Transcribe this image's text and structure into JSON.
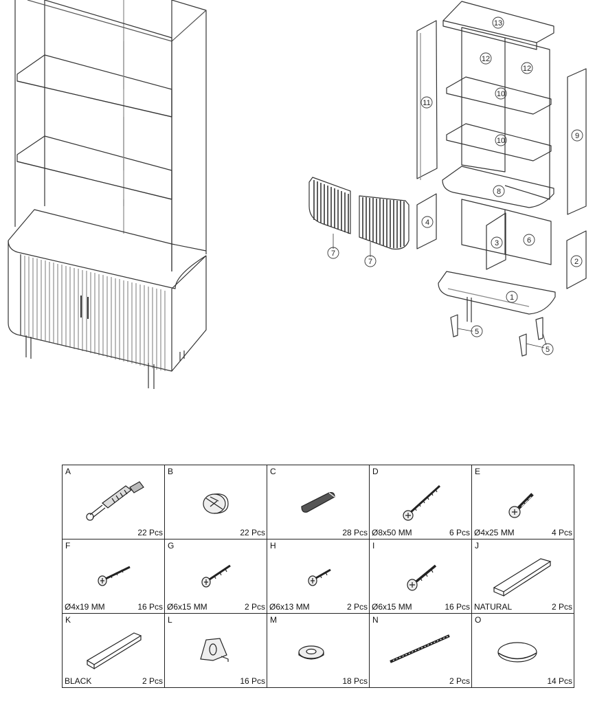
{
  "part_labels": {
    "p1": "1",
    "p2": "2",
    "p3": "3",
    "p4": "4",
    "p5": "5",
    "p6": "6",
    "p7": "7",
    "p8": "8",
    "p9": "9",
    "p10": "10",
    "p11": "11",
    "p12": "12",
    "p13": "13"
  },
  "hardware": [
    {
      "letter": "A",
      "spec": "",
      "qty": "22 Pcs",
      "icon": "cam-bolt-icon"
    },
    {
      "letter": "B",
      "spec": "",
      "qty": "22 Pcs",
      "icon": "cam-lock-icon"
    },
    {
      "letter": "C",
      "spec": "",
      "qty": "28 Pcs",
      "icon": "wooden-dowel-icon"
    },
    {
      "letter": "D",
      "spec": "Ø8x50 MM",
      "qty": "6 Pcs",
      "icon": "long-screw-icon"
    },
    {
      "letter": "E",
      "spec": "Ø4x25 MM",
      "qty": "4 Pcs",
      "icon": "machine-screw-icon"
    },
    {
      "letter": "F",
      "spec": "Ø4x19 MM",
      "qty": "16 Pcs",
      "icon": "wood-screw-icon"
    },
    {
      "letter": "G",
      "spec": "Ø6x15 MM",
      "qty": "2 Pcs",
      "icon": "wood-screw-icon"
    },
    {
      "letter": "H",
      "spec": "Ø6x13 MM",
      "qty": "2 Pcs",
      "icon": "short-screw-icon"
    },
    {
      "letter": "I",
      "spec": "Ø6x15 MM",
      "qty": "16 Pcs",
      "icon": "wood-screw-icon"
    },
    {
      "letter": "J",
      "spec": "NATURAL",
      "qty": "2 Pcs",
      "icon": "strip-natural-icon"
    },
    {
      "letter": "K",
      "spec": "BLACK",
      "qty": "2 Pcs",
      "icon": "strip-black-icon"
    },
    {
      "letter": "L",
      "spec": "",
      "qty": "16 Pcs",
      "icon": "shelf-support-icon"
    },
    {
      "letter": "M",
      "spec": "",
      "qty": "18 Pcs",
      "icon": "washer-icon"
    },
    {
      "letter": "N",
      "spec": "",
      "qty": "2 Pcs",
      "icon": "threaded-rod-icon"
    },
    {
      "letter": "O",
      "spec": "",
      "qty": "14 Pcs",
      "icon": "felt-pad-icon"
    }
  ]
}
